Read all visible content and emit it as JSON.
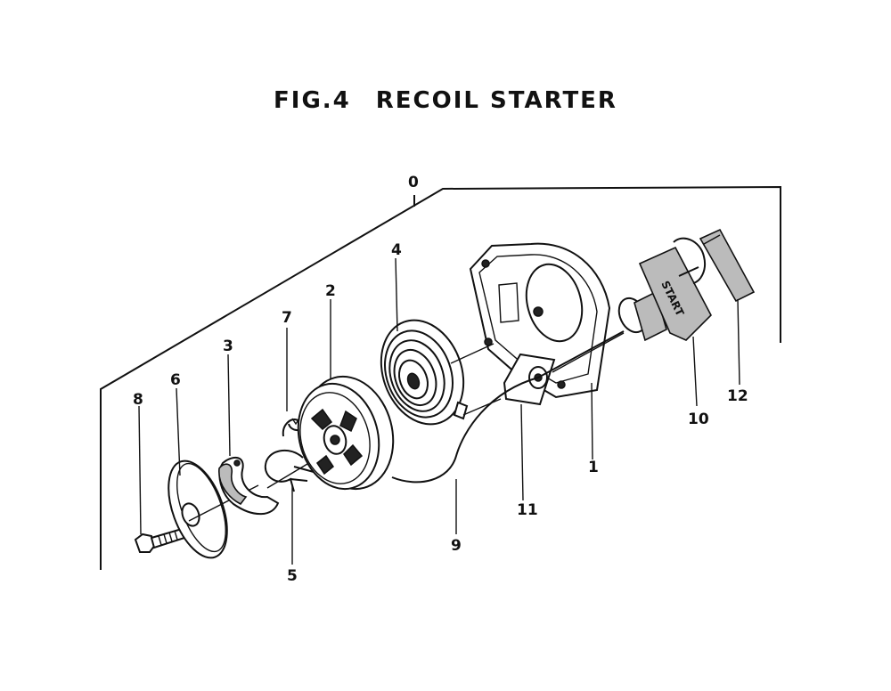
{
  "title": {
    "fig": "FIG.4",
    "name": "RECOIL STARTER"
  },
  "callouts": {
    "c0": "0",
    "c1": "1",
    "c2": "2",
    "c3": "3",
    "c4": "4",
    "c5": "5",
    "c6": "6",
    "c7": "7",
    "c8": "8",
    "c9": "9",
    "c10": "10",
    "c11": "11",
    "c12": "12"
  },
  "handle_text": "START"
}
